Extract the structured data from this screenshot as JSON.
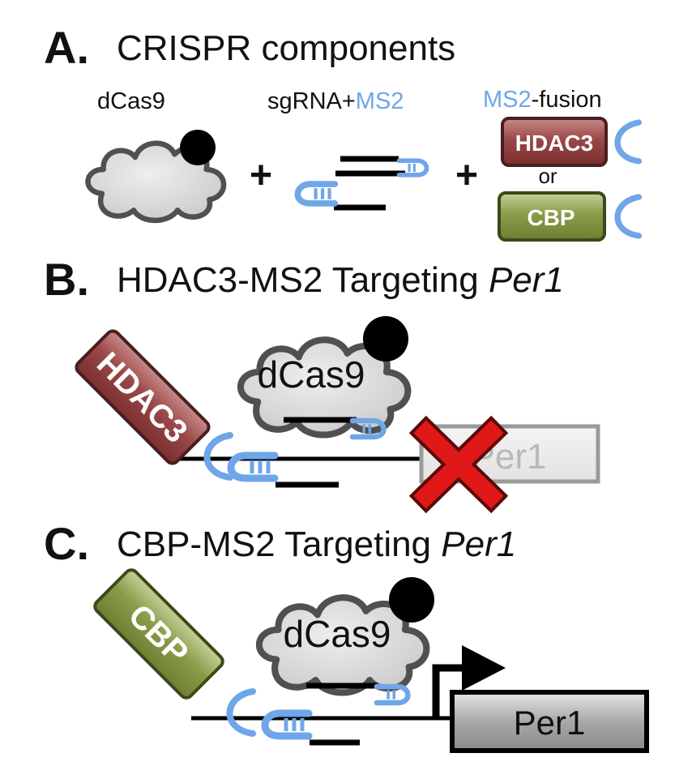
{
  "panel_a": {
    "letter": "A.",
    "title": "CRISPR components",
    "dcas9_label": "dCas9",
    "sgrna_prefix": "sgRNA+",
    "sgrna_ms2": "MS2",
    "fusion_ms2": "MS2",
    "fusion_suffix": "-fusion",
    "plus_1": "+",
    "plus_2": "+",
    "hdac3_label": "HDAC3",
    "or_label": "or",
    "cbp_label": "CBP"
  },
  "panel_b": {
    "letter": "B.",
    "title_prefix": "HDAC3-MS2 Targeting ",
    "title_gene": "Per1",
    "dcas9_label": "dCas9",
    "hdac3_label": "HDAC3",
    "gene_label": "Per1"
  },
  "panel_c": {
    "letter": "C.",
    "title_prefix": "CBP-MS2 Targeting ",
    "title_gene": "Per1",
    "dcas9_label": "dCas9",
    "cbp_label": "CBP",
    "gene_label": "Per1"
  },
  "colors": {
    "ms2_blue": "#6fa6e8",
    "hdac3_fill": "#8b3c3c",
    "cbp_fill": "#7d8f3c",
    "repress_x": "#e01818",
    "cloud_fill": "#d6d6d6",
    "cloud_outline": "#505050"
  }
}
